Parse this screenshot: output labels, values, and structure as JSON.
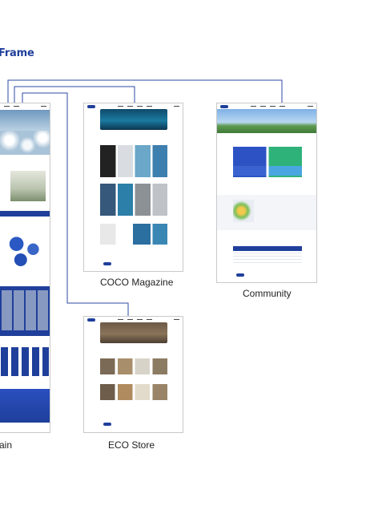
{
  "header": {
    "title": "Frame"
  },
  "frames": {
    "main": {
      "caption": "ain"
    },
    "magazine": {
      "caption": "COCO Magazine"
    },
    "community": {
      "caption": "Community"
    },
    "store": {
      "caption": "ECO Store"
    }
  },
  "colors": {
    "accent": "#1f3f9b",
    "line": "#2c4aa6",
    "frame_border": "#c9c9c9"
  }
}
